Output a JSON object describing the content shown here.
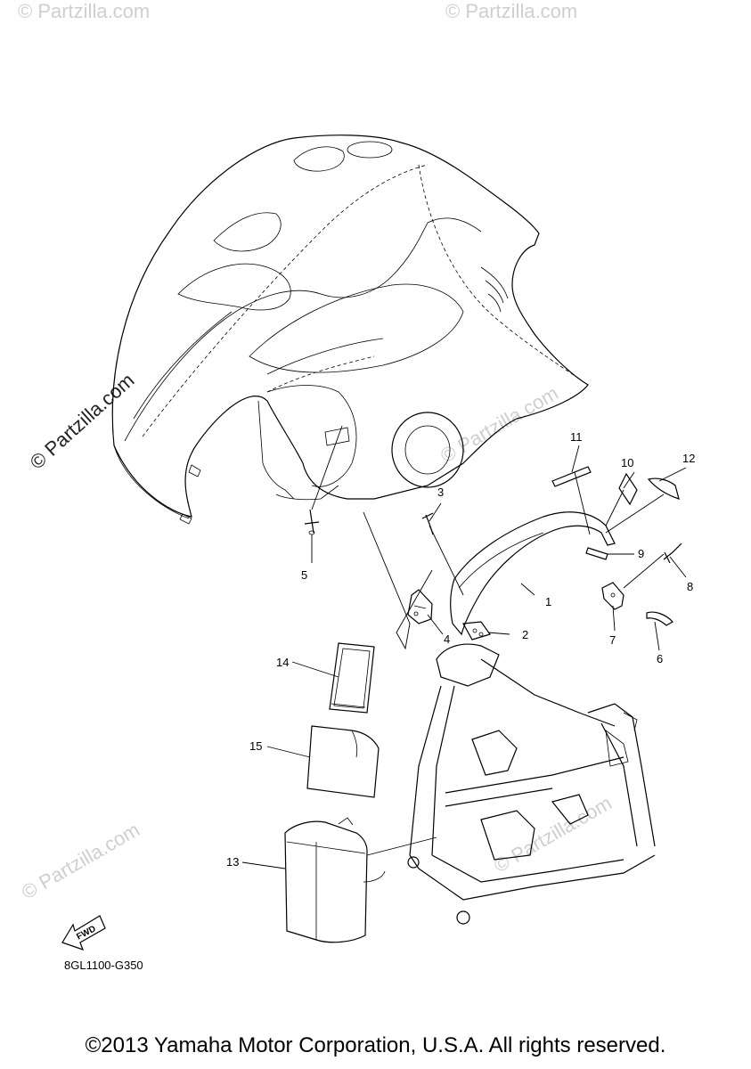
{
  "watermark": {
    "main_text": "© Partzilla.com",
    "faint_text": "© Partzilla.com"
  },
  "part_numbers": {
    "p1": "1",
    "p2": "2",
    "p3": "3",
    "p4": "4",
    "p5": "5",
    "p6": "6",
    "p7": "7",
    "p8": "8",
    "p9": "9",
    "p10": "10",
    "p11": "11",
    "p12": "12",
    "p13": "13",
    "p14": "14",
    "p15": "15"
  },
  "fwd_label": "FWD",
  "diagram_code": "8GL1100-G350",
  "footer": {
    "copyright": "©2013 Yamaha Motor Corporation, U.S.A. All rights reserved."
  }
}
